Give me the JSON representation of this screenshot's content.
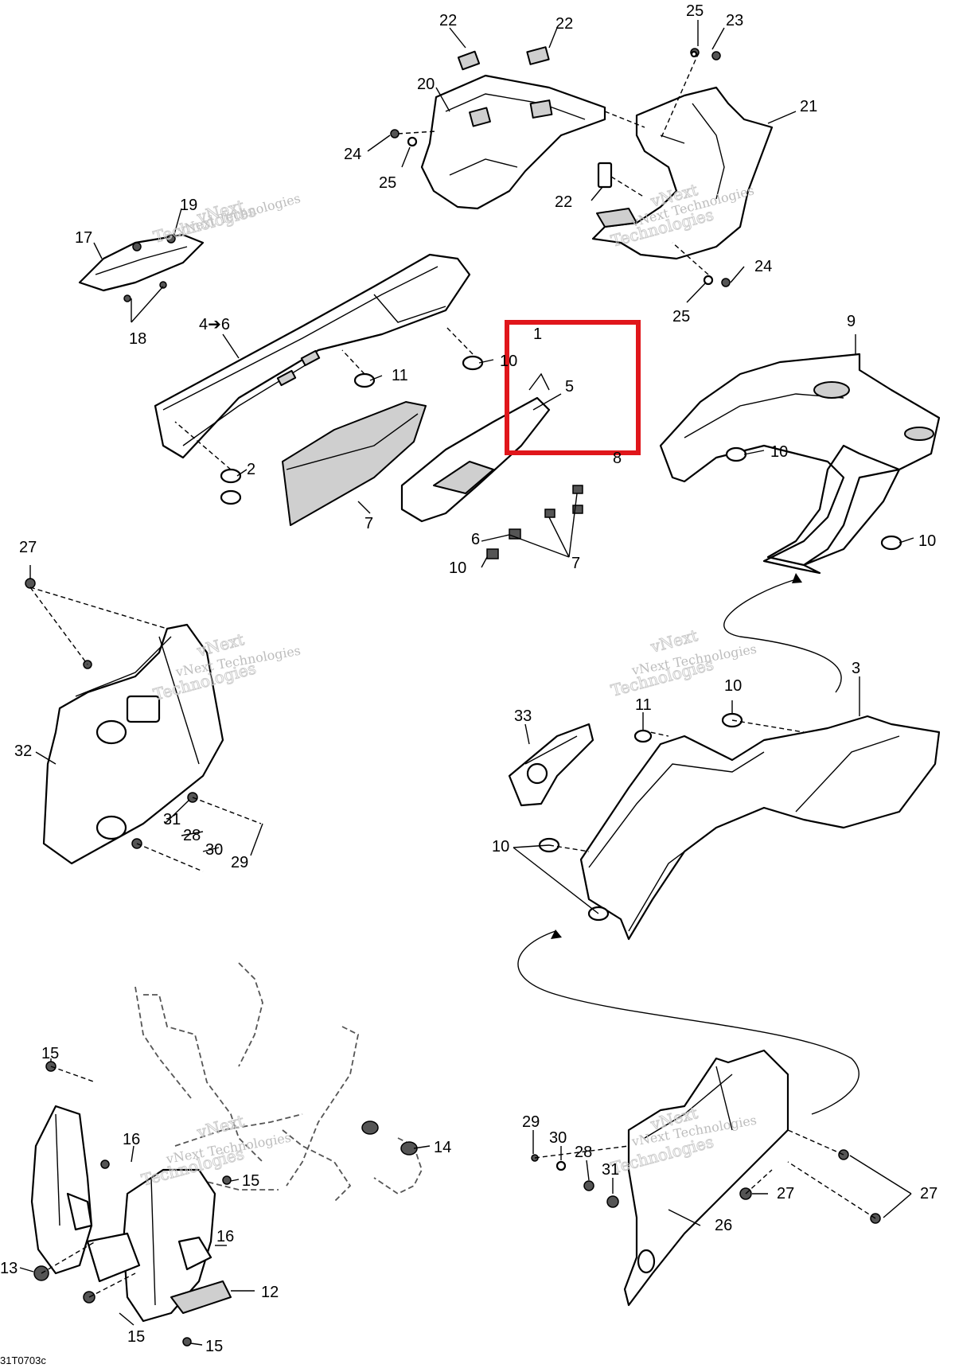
{
  "diagram": {
    "drawing_code": "31T0703c",
    "watermark_small": "vNext Technologies",
    "watermark_large_line1": "vNext",
    "watermark_large_line2": "Technologies",
    "highlight_color": "#e0161b",
    "callouts": [
      "22",
      "22",
      "25",
      "23",
      "20",
      "21",
      "24",
      "25",
      "22",
      "24",
      "25",
      "19",
      "17",
      "18",
      "4➔6",
      "1",
      "10",
      "11",
      "5",
      "8",
      "9",
      "10",
      "10",
      "2",
      "7",
      "6",
      "7",
      "10",
      "27",
      "32",
      "31",
      "28",
      "30",
      "29",
      "3",
      "10",
      "11",
      "33",
      "10",
      "15",
      "16",
      "15",
      "14",
      "13",
      "16",
      "12",
      "15",
      "15",
      "29",
      "30",
      "28",
      "31",
      "27",
      "26",
      "27"
    ]
  }
}
